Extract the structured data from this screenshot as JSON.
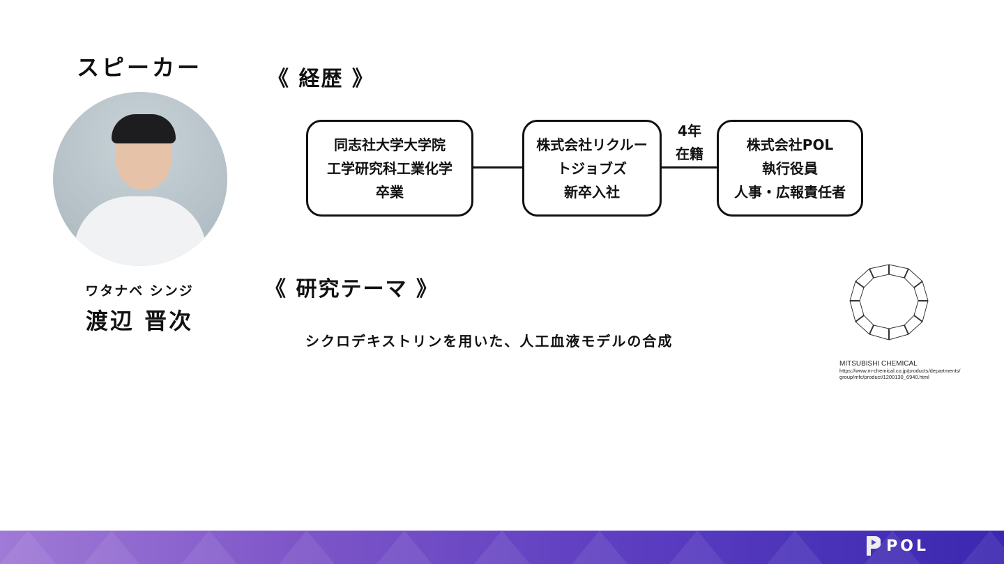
{
  "speaker": {
    "title": "スピーカー",
    "name_kana": "ワタナベ シンジ",
    "name_kanji": "渡辺 晋次"
  },
  "career": {
    "heading": "《 経歴 》",
    "boxes": [
      [
        "同志社大学大学院",
        "工学研究科工業化学",
        "卒業"
      ],
      [
        "株式会社リクルー",
        "トジョブズ",
        "新卒入社"
      ],
      [
        "株式会社POL",
        "執行役員",
        "人事・広報責任者"
      ]
    ],
    "tenure": [
      "4年",
      "在籍"
    ]
  },
  "research": {
    "heading": "《 研究テーマ 》",
    "text": "シクロデキストリンを用いた、人工血液モデルの合成"
  },
  "credit": {
    "title": "MITSUBISHI CHEMICAL",
    "url_1": "https://www.m-chemical.co.jp/products/departments/",
    "url_2": "group/mfc/product/1200130_6940.html"
  },
  "footer": {
    "logo": "POL"
  }
}
